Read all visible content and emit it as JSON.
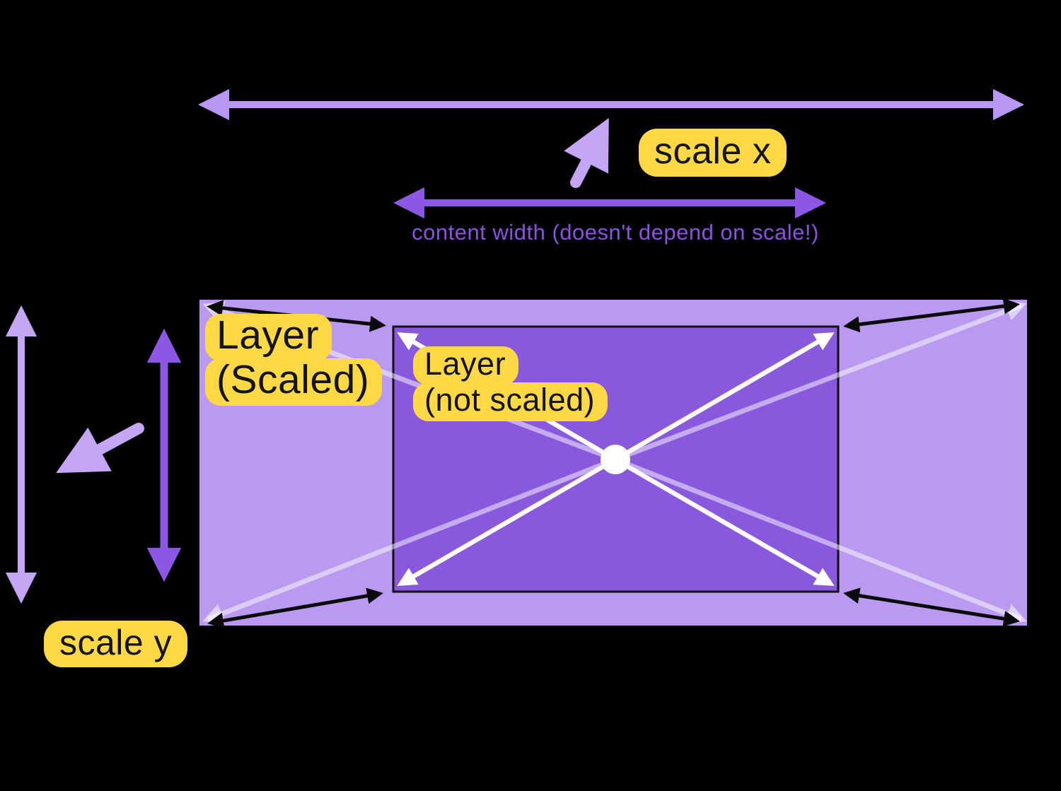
{
  "diagram": {
    "title_context": "layer scaling diagram",
    "labels": {
      "scale_x": "scale x",
      "scale_y": "scale y",
      "content_width_caption": "content width (doesn't depend on scale!)",
      "layer_scaled": {
        "line1": "Layer",
        "line2": "(Scaled)"
      },
      "layer_not_scaled": {
        "line1": "Layer",
        "line2": "(not scaled)"
      }
    },
    "colors": {
      "background": "#000000",
      "scaled_layer_fill": "#b99af0",
      "unscaled_layer_fill": "#8859dd",
      "unscaled_layer_border": "#111111",
      "highlight_yellow": "#ffd845",
      "label_text": "#141414",
      "caption_purple": "#8b51e0",
      "arrow_light_purple": "#b897f2",
      "arrow_lavender": "#c4a6f4",
      "arrow_dark_purple": "#8d57e6",
      "arrow_black": "#0a0a0a",
      "arrow_white": "#ffffff",
      "center_dot": "#ffffff"
    }
  }
}
